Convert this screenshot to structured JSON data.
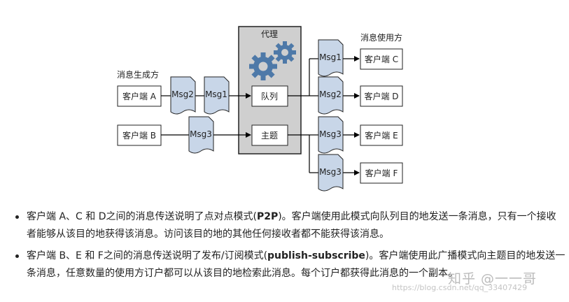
{
  "diagram": {
    "broker_title": "代理",
    "producers_title": "消息生成方",
    "consumers_title": "消息使用方",
    "queue_label": "队列",
    "topic_label": "主题",
    "producer_a": "客户端 A",
    "producer_b": "客户端 B",
    "consumer_c": "客户端 C",
    "consumer_d": "客户端 D",
    "consumer_e": "客户端 E",
    "consumer_f": "客户端 F",
    "msg_in_2": "Msg2",
    "msg_in_1": "Msg1",
    "msg_in_3": "Msg3",
    "msg_out_1": "Msg1",
    "msg_out_2": "Msg2",
    "msg_out_3a": "Msg3",
    "msg_out_3b": "Msg3",
    "colors": {
      "doc_fill": "#c8d6e8",
      "broker_fill": "#cfcfcf",
      "gear": "#4e79a8"
    }
  },
  "bullets": [
    {
      "pre": "客户端 A、C 和 D之间的消息传送说明了点对点模式(",
      "bold": "P2P",
      "post": ")。客户端使用此模式向队列目的地发送一条消息，只有一个接收者能够从该目的地获得该消息。访问该目的地的其他任何接收者都不能获得该消息。"
    },
    {
      "pre": "客户端 B、E 和 F之间的消息传送说明了发布/订阅模式(",
      "bold": "publish-subscribe",
      "post": ")。客户端使用此广播模式向主题目的地发送一条消息，任意数量的使用方订户都可以从该目的地检索此消息。每个订户都获得此消息的一个副本。"
    }
  ],
  "watermark": {
    "brand": "知乎 @一一哥",
    "url": "https://blog.csdn.net/qq_33407429"
  }
}
